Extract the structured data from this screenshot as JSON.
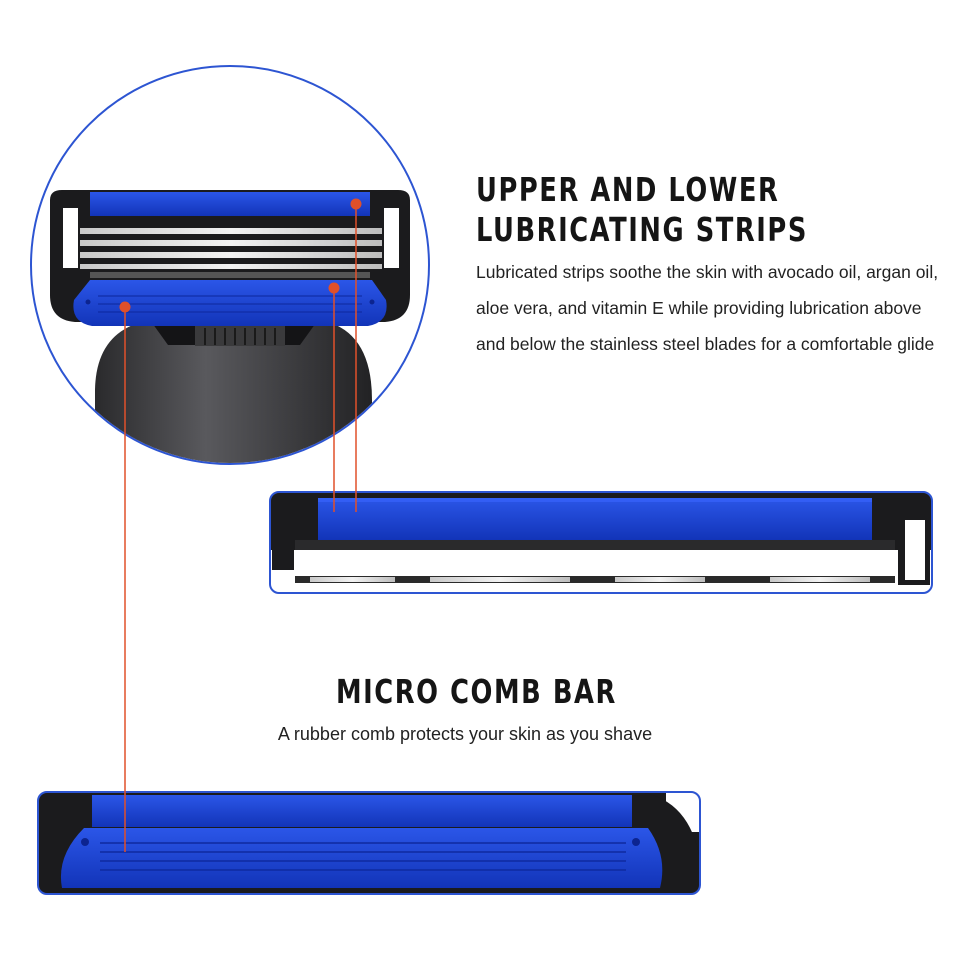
{
  "strips_section": {
    "title_line1": "UPPER AND LOWER",
    "title_line2": "LUBRICATING STRIPS",
    "description": "Lubricated strips soothe the skin with avocado oil, argan oil, aloe vera, and vitamin E while providing lubrication above and below the stainless steel blades for a comfortable glide"
  },
  "comb_section": {
    "title": "MICRO COMB BAR",
    "description": "A rubber comb protects your skin as you shave"
  },
  "colors": {
    "accent_blue": "#1f49d6",
    "frame_blue": "#2d55d2",
    "pointer_orange": "#e0502a",
    "cartridge_black": "#1b1b1d",
    "text_dark": "#151515"
  }
}
